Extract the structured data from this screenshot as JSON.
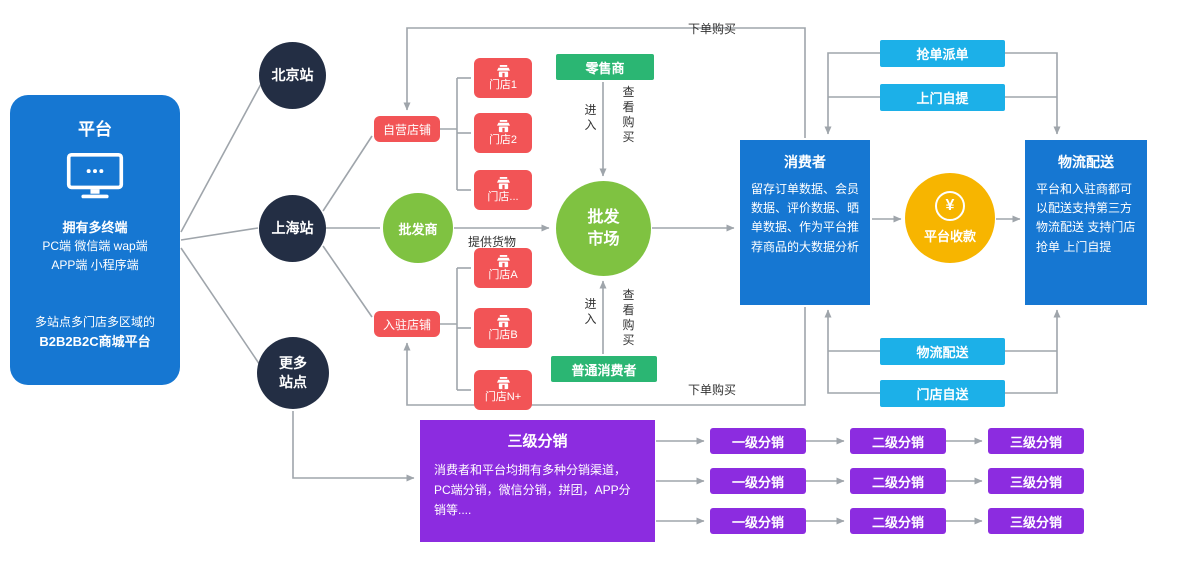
{
  "colors": {
    "blue": "#1677d2",
    "dark": "#232e44",
    "red": "#f25456",
    "green": "#7fc241",
    "teal": "#2bb673",
    "cyan": "#1cb0e8",
    "yellow": "#f7b500",
    "purple": "#8c2ce0",
    "arrow": "#9fa5ab",
    "ink": "#333333"
  },
  "platform": {
    "title": "平台",
    "terminals_heading": "拥有多终端",
    "terminals_line1": "PC端  微信端  wap端",
    "terminals_line2": "APP端  小程序端",
    "desc_line1": "多站点多门店多区域的",
    "desc_line2": "B2B2B2C商城平台"
  },
  "sites": {
    "beijing": "北京站",
    "shanghai": "上海站",
    "more_line1": "更多",
    "more_line2": "站点"
  },
  "stores": {
    "self_label": "自营店铺",
    "settled_label": "入驻店铺",
    "self": [
      "门店1",
      "门店2",
      "门店..."
    ],
    "settled": [
      "门店A",
      "门店B",
      "门店N+"
    ]
  },
  "wholesaler_label": "批发商",
  "supply_label": "提供货物",
  "market": {
    "line1": "批发",
    "line2": "市场"
  },
  "retailer_label": "零售商",
  "ordinary_consumer_label": "普通消费者",
  "flow": {
    "enter_top": "进入",
    "view_buy_top": "查看购买",
    "enter_bottom": "进入",
    "view_buy_bottom": "查看购买",
    "order_top": "下单购买",
    "order_bottom": "下单购买"
  },
  "consumer": {
    "title": "消费者",
    "body": "留存订单数据、会员数据、评价数据、晒单数据、作为平台推荐商品的大数据分析"
  },
  "payment": {
    "currency": "¥",
    "label": "平台收款"
  },
  "logistics": {
    "title": "物流配送",
    "body": "平台和入驻商都可以配送支持第三方物流配送 支持门店抢单 上门自提"
  },
  "delivery_top": [
    "抢单派单",
    "上门自提"
  ],
  "delivery_bottom": [
    "物流配送",
    "门店自送"
  ],
  "distribution": {
    "title": "三级分销",
    "body": "消费者和平台均拥有多种分销渠道，PC端分销，微信分销，拼团，APP分销等....",
    "levels": [
      "一级分销",
      "二级分销",
      "三级分销"
    ]
  }
}
